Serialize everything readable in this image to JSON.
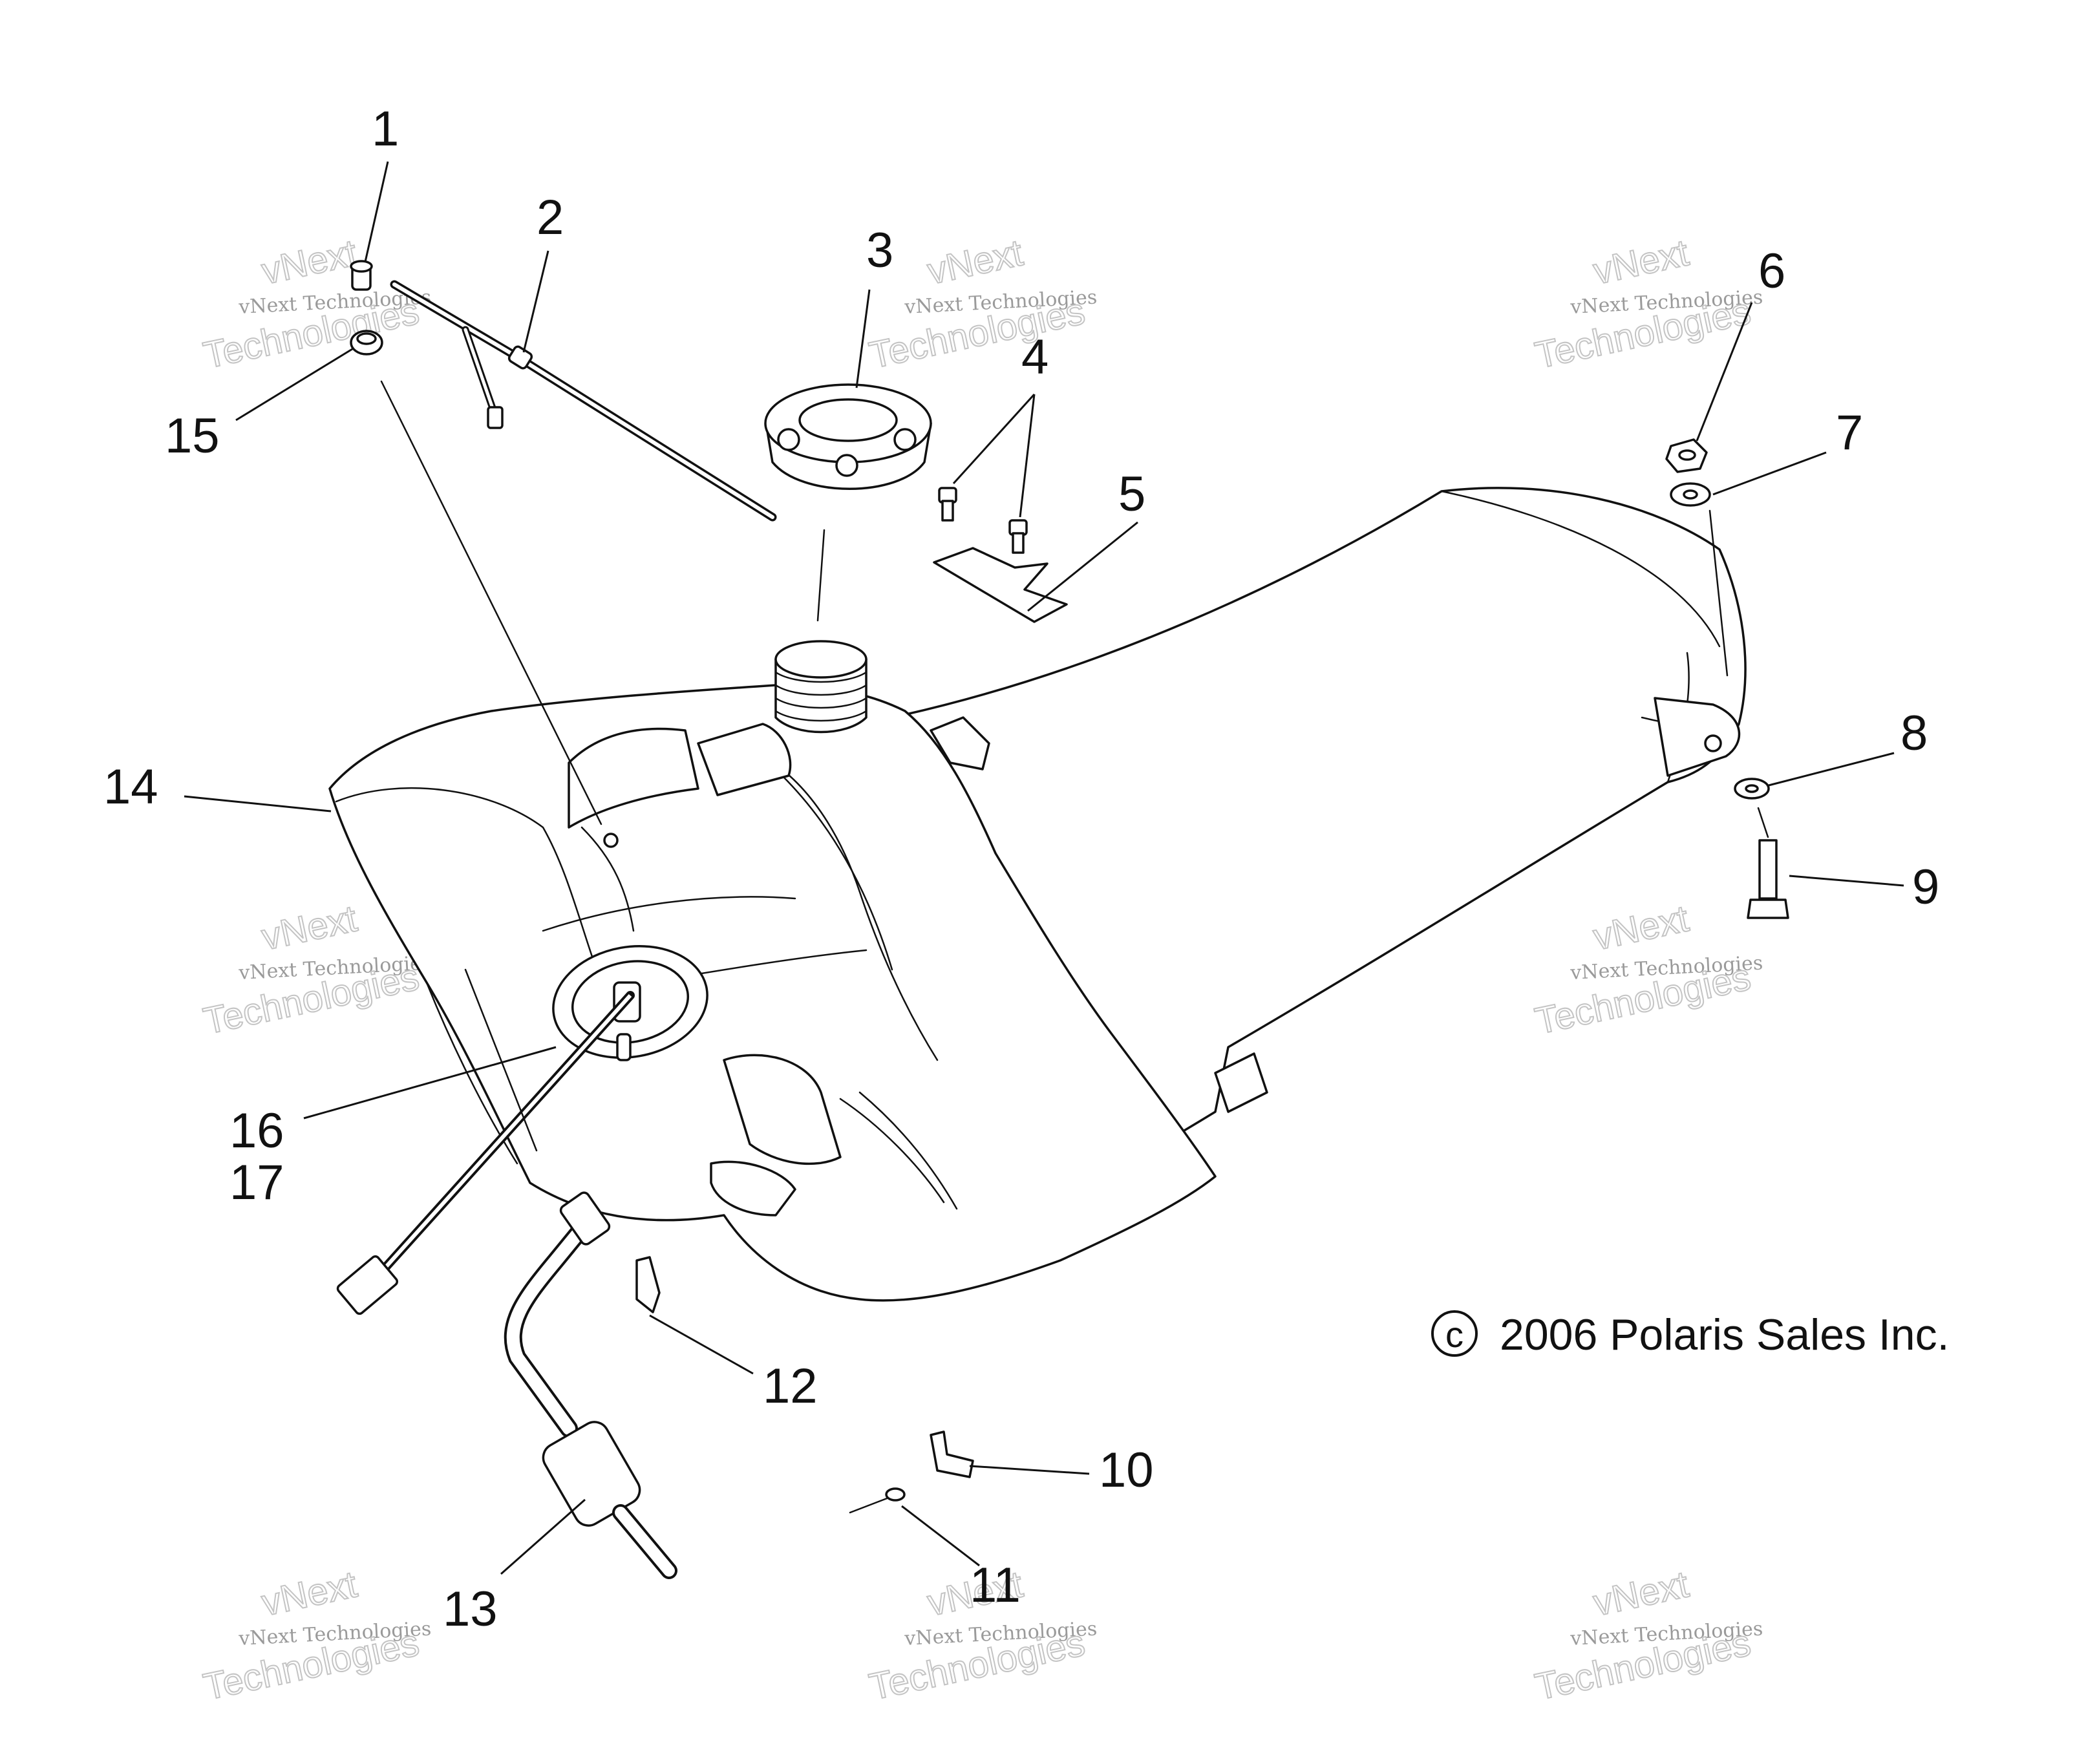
{
  "callouts": [
    "1",
    "2",
    "3",
    "4",
    "5",
    "6",
    "7",
    "8",
    "9",
    "10",
    "11",
    "12",
    "13",
    "14",
    "15",
    "16",
    "17"
  ],
  "copyright": "2006 Polaris Sales Inc.",
  "copyright_symbol": "c",
  "watermark": {
    "line1": "vNext",
    "line2": "vNext Technologies",
    "line3": "Technologies"
  }
}
